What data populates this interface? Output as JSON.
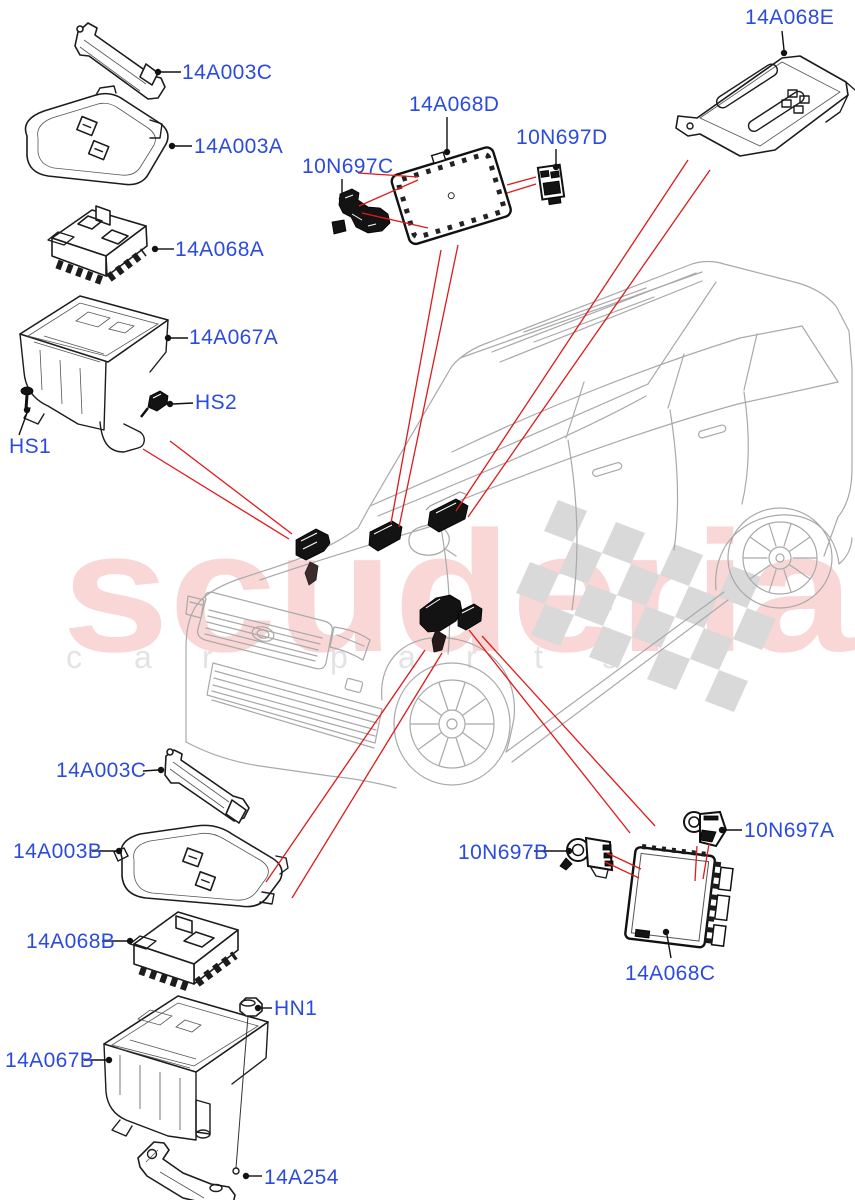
{
  "page": {
    "background": "#ffffff"
  },
  "watermark": {
    "brand": "scuderia",
    "tagline": "car parts",
    "brand_color": "#fad7d7",
    "tagline_color": "#e3e3e3",
    "checker_color": "#d9d9d9"
  },
  "colors": {
    "label_blue": "#2b4bdd",
    "leader_red": "#e01919",
    "drawing_black": "#1c1c1c",
    "vehicle_gray": "#a9a9a9"
  },
  "labels": [
    {
      "id": "14a003c-top",
      "text": "14A003C"
    },
    {
      "id": "14a003a",
      "text": "14A003A"
    },
    {
      "id": "14a068a",
      "text": "14A068A"
    },
    {
      "id": "14a067a",
      "text": "14A067A"
    },
    {
      "id": "hs2",
      "text": "HS2"
    },
    {
      "id": "hs1",
      "text": "HS1"
    },
    {
      "id": "10n697c",
      "text": "10N697C"
    },
    {
      "id": "14a068d",
      "text": "14A068D"
    },
    {
      "id": "10n697d",
      "text": "10N697D"
    },
    {
      "id": "14a068e",
      "text": "14A068E"
    },
    {
      "id": "14a003c-bottom",
      "text": "14A003C"
    },
    {
      "id": "14a003b",
      "text": "14A003B"
    },
    {
      "id": "14a068b",
      "text": "14A068B"
    },
    {
      "id": "14a067b",
      "text": "14A067B"
    },
    {
      "id": "hn1",
      "text": "HN1"
    },
    {
      "id": "14a254",
      "text": "14A254"
    },
    {
      "id": "10n697b",
      "text": "10N697B"
    },
    {
      "id": "10n697a",
      "text": "10N697A"
    },
    {
      "id": "14a068c",
      "text": "14A068C"
    }
  ]
}
